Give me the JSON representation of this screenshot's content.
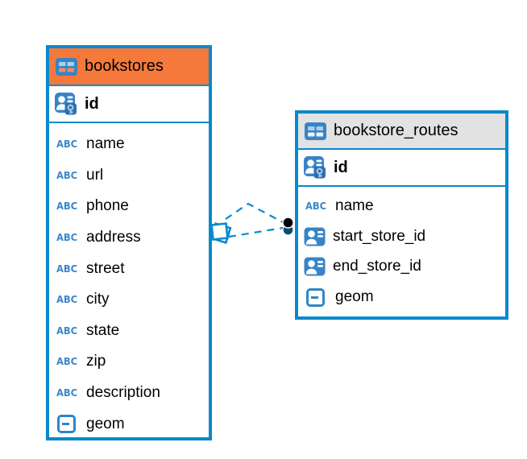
{
  "diagram": {
    "type": "entity-relationship-diagram",
    "tables": [
      {
        "name": "bookstores",
        "header_color": "#F5793B",
        "header_state": "highlighted",
        "primary_key": {
          "name": "id",
          "icon": "primary-key-icon"
        },
        "columns": [
          {
            "name": "name",
            "type": "text",
            "icon": "text-abc-icon"
          },
          {
            "name": "url",
            "type": "text",
            "icon": "text-abc-icon"
          },
          {
            "name": "phone",
            "type": "text",
            "icon": "text-abc-icon"
          },
          {
            "name": "address",
            "type": "text",
            "icon": "text-abc-icon"
          },
          {
            "name": "street",
            "type": "text",
            "icon": "text-abc-icon"
          },
          {
            "name": "city",
            "type": "text",
            "icon": "text-abc-icon"
          },
          {
            "name": "state",
            "type": "text",
            "icon": "text-abc-icon"
          },
          {
            "name": "zip",
            "type": "text",
            "icon": "text-abc-icon"
          },
          {
            "name": "description",
            "type": "text",
            "icon": "text-abc-icon"
          },
          {
            "name": "geom",
            "type": "geometry",
            "icon": "geometry-icon"
          }
        ]
      },
      {
        "name": "bookstore_routes",
        "header_color": "#E2E2E2",
        "header_state": "normal",
        "primary_key": {
          "name": "id",
          "icon": "primary-key-icon"
        },
        "columns": [
          {
            "name": "name",
            "type": "text",
            "icon": "text-abc-icon"
          },
          {
            "name": "start_store_id",
            "type": "reference",
            "icon": "reference-icon"
          },
          {
            "name": "end_store_id",
            "type": "reference",
            "icon": "reference-icon"
          },
          {
            "name": "geom",
            "type": "geometry",
            "icon": "geometry-icon"
          }
        ]
      }
    ],
    "relationships": [
      {
        "from": "bookstores",
        "to": "bookstore_routes",
        "line_style": "dashed",
        "path": "bent",
        "from_marker": "diamond",
        "to_marker": "dot"
      },
      {
        "from": "bookstores",
        "to": "bookstore_routes",
        "line_style": "dashed",
        "path": "straight",
        "from_marker": "diamond",
        "to_marker": "dot"
      }
    ],
    "colors": {
      "table_border": "#0989CB",
      "highlighted_header": "#F5793B",
      "normal_header": "#E2E2E2",
      "icon_blue": "#3784C7",
      "icon_light_blue": "#A9CDEA",
      "relationship_line": "#0989CB",
      "text": "#000000",
      "background": "#FFFFFF"
    }
  }
}
